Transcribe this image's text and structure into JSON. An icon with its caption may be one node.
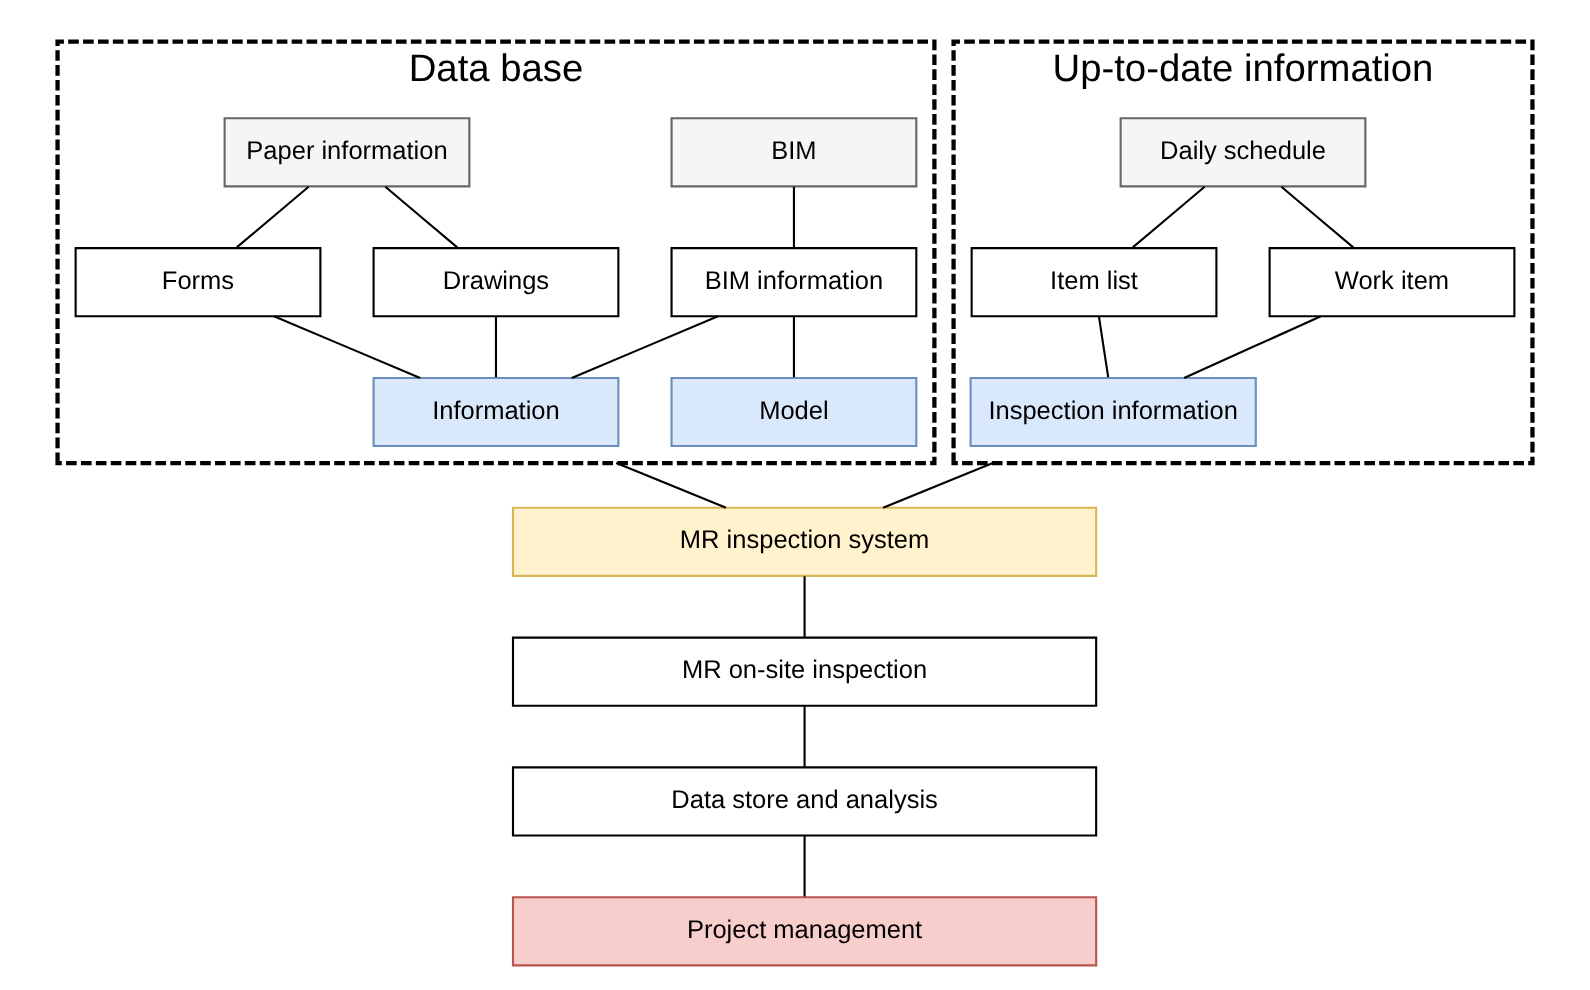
{
  "diagram": {
    "nodes": [
      {
        "text": [
          "Data base"
        ]
      },
      {
        "text": [
          "BIM"
        ],
        "in": 0
      },
      {
        "text": [
          "Paper information"
        ],
        "in": 0
      },
      {
        "text": [
          "BIM information"
        ],
        "in": 0
      },
      {
        "text": [
          "Forms"
        ],
        "in": 0
      },
      {
        "text": [
          "Drawings"
        ],
        "in": 0
      },
      {
        "text": [
          "Model"
        ],
        "in": 0
      },
      {
        "text": [
          "Information"
        ],
        "in": 0
      },
      {
        "text": [
          "Up-to-date information"
        ]
      },
      {
        "text": [
          "Daily schedule"
        ],
        "in": 8
      },
      {
        "text": [
          "Item list"
        ],
        "in": 8
      },
      {
        "text": [
          "Work item"
        ],
        "in": 8
      },
      {
        "text": [
          "Inspection information"
        ],
        "in": 8
      },
      {
        "text": [
          "MR inspection system"
        ]
      },
      {
        "text": [
          "MR on-site inspection"
        ]
      },
      {
        "text": [
          "Data store and analysis"
        ]
      },
      {
        "text": [
          "Project management"
        ]
      }
    ],
    "edges": [
      {
        "from": 1,
        "to": 3,
        "arrow": "none"
      },
      {
        "from": 2,
        "to": 4,
        "arrow": "none"
      },
      {
        "from": 2,
        "to": 5,
        "arrow": "none"
      },
      {
        "from": 3,
        "to": 6,
        "arrow": "none"
      },
      {
        "from": 3,
        "to": 7,
        "arrow": "none"
      },
      {
        "from": 4,
        "to": 7,
        "arrow": "none"
      },
      {
        "from": 5,
        "to": 7,
        "arrow": "none"
      },
      {
        "from": 9,
        "to": 10,
        "arrow": "none"
      },
      {
        "from": 9,
        "to": 11,
        "arrow": "none"
      },
      {
        "from": 10,
        "to": 12,
        "arrow": "none"
      },
      {
        "from": 11,
        "to": 12,
        "arrow": "none"
      },
      {
        "from": 0,
        "to": 13,
        "arrow": "none"
      },
      {
        "from": 8,
        "to": 13,
        "arrow": "none"
      },
      {
        "from": 13,
        "to": 14,
        "arrow": "none"
      },
      {
        "from": 14,
        "to": 15,
        "arrow": "none"
      },
      {
        "from": 15,
        "to": 16,
        "arrow": "none"
      }
    ]
  }
}
